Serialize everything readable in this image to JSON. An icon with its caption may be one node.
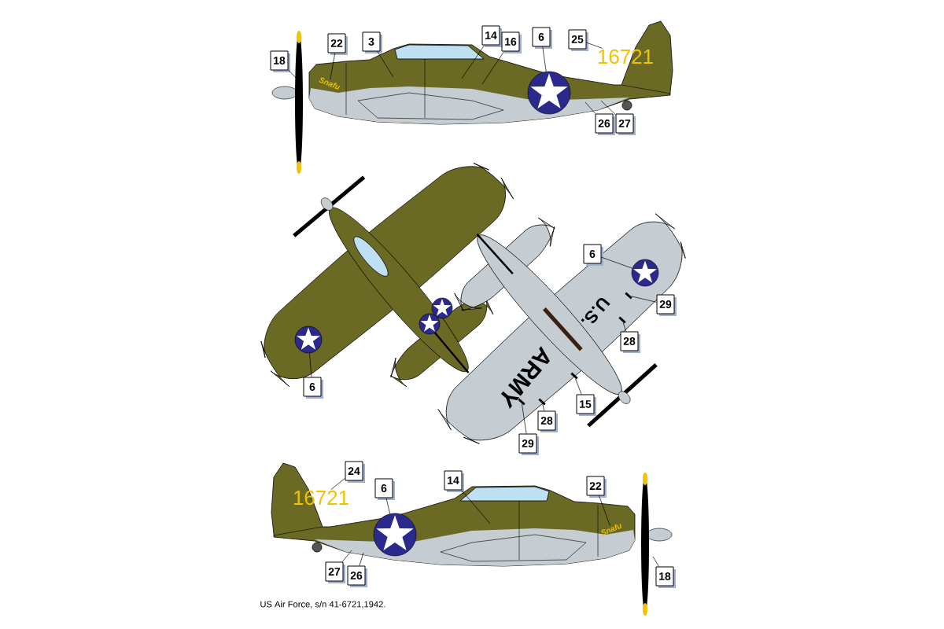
{
  "diagram": {
    "caption": "US Air Force, s/n 41-6721,1942.",
    "nodes": [
      {
        "text": [
          "18"
        ]
      },
      {
        "text": [
          "22"
        ]
      },
      {
        "text": [
          "3"
        ]
      },
      {
        "text": [
          "14"
        ]
      },
      {
        "text": [
          "16"
        ]
      },
      {
        "text": [
          "6"
        ]
      },
      {
        "text": [
          "25"
        ]
      },
      {
        "text": [
          "26"
        ]
      },
      {
        "text": [
          "27"
        ]
      },
      {
        "text": [
          "6"
        ]
      },
      {
        "text": [
          "6"
        ]
      },
      {
        "text": [
          "29"
        ]
      },
      {
        "text": [
          "28"
        ]
      },
      {
        "text": [
          "15"
        ]
      },
      {
        "text": [
          "28"
        ]
      },
      {
        "text": [
          "29"
        ]
      },
      {
        "text": [
          "24"
        ]
      },
      {
        "text": [
          "6"
        ]
      },
      {
        "text": [
          "14"
        ]
      },
      {
        "text": [
          "22"
        ]
      },
      {
        "text": [
          "27"
        ]
      },
      {
        "text": [
          "26"
        ]
      },
      {
        "text": [
          "18"
        ]
      },
      {
        "text": [
          "Snafu"
        ]
      },
      {
        "text": [
          "16721"
        ]
      },
      {
        "text": [
          "16721"
        ]
      },
      {
        "text": [
          "Snafu"
        ]
      },
      {
        "text": [],
        "shape": "bar"
      },
      {
        "text": [],
        "shape": "bar"
      },
      {
        "text": [],
        "shape": "bar"
      },
      {
        "text": [],
        "shape": "bar"
      },
      {
        "text": [],
        "shape": "bar"
      },
      {
        "text": [],
        "shape": "circle"
      },
      {
        "text": [],
        "shape": "circle"
      },
      {
        "text": [],
        "shape": "circle"
      },
      {
        "text": [],
        "shape": "circle"
      }
    ],
    "edges": [
      {
        "from": 0,
        "to": null,
        "arrow": "none"
      },
      {
        "from": 1,
        "to": 23,
        "arrow": "none"
      },
      {
        "from": 2,
        "to": null,
        "arrow": "none"
      },
      {
        "from": 3,
        "to": null,
        "arrow": "none"
      },
      {
        "from": 4,
        "to": null,
        "arrow": "none"
      },
      {
        "from": 5,
        "to": 32,
        "arrow": "none"
      },
      {
        "from": 6,
        "to": 24,
        "arrow": "none"
      },
      {
        "from": 7,
        "to": null,
        "arrow": "none"
      },
      {
        "from": 8,
        "to": null,
        "arrow": "none"
      },
      {
        "from": 9,
        "to": 33,
        "arrow": "none"
      },
      {
        "from": 10,
        "to": 34,
        "arrow": "none"
      },
      {
        "from": 11,
        "to": 27,
        "arrow": "none"
      },
      {
        "from": 12,
        "to": 28,
        "arrow": "none"
      },
      {
        "from": 13,
        "to": 29,
        "arrow": "none"
      },
      {
        "from": 14,
        "to": 30,
        "arrow": "none"
      },
      {
        "from": 15,
        "to": 31,
        "arrow": "none"
      },
      {
        "from": 16,
        "to": 25,
        "arrow": "none"
      },
      {
        "from": 17,
        "to": 35,
        "arrow": "none"
      },
      {
        "from": 18,
        "to": null,
        "arrow": "none"
      },
      {
        "from": 19,
        "to": 26,
        "arrow": "none"
      },
      {
        "from": 20,
        "to": null,
        "arrow": "none"
      },
      {
        "from": 21,
        "to": null,
        "arrow": "none"
      },
      {
        "from": 22,
        "to": null,
        "arrow": "none"
      }
    ],
    "labels": [
      "U.S.",
      "ARMY"
    ]
  }
}
